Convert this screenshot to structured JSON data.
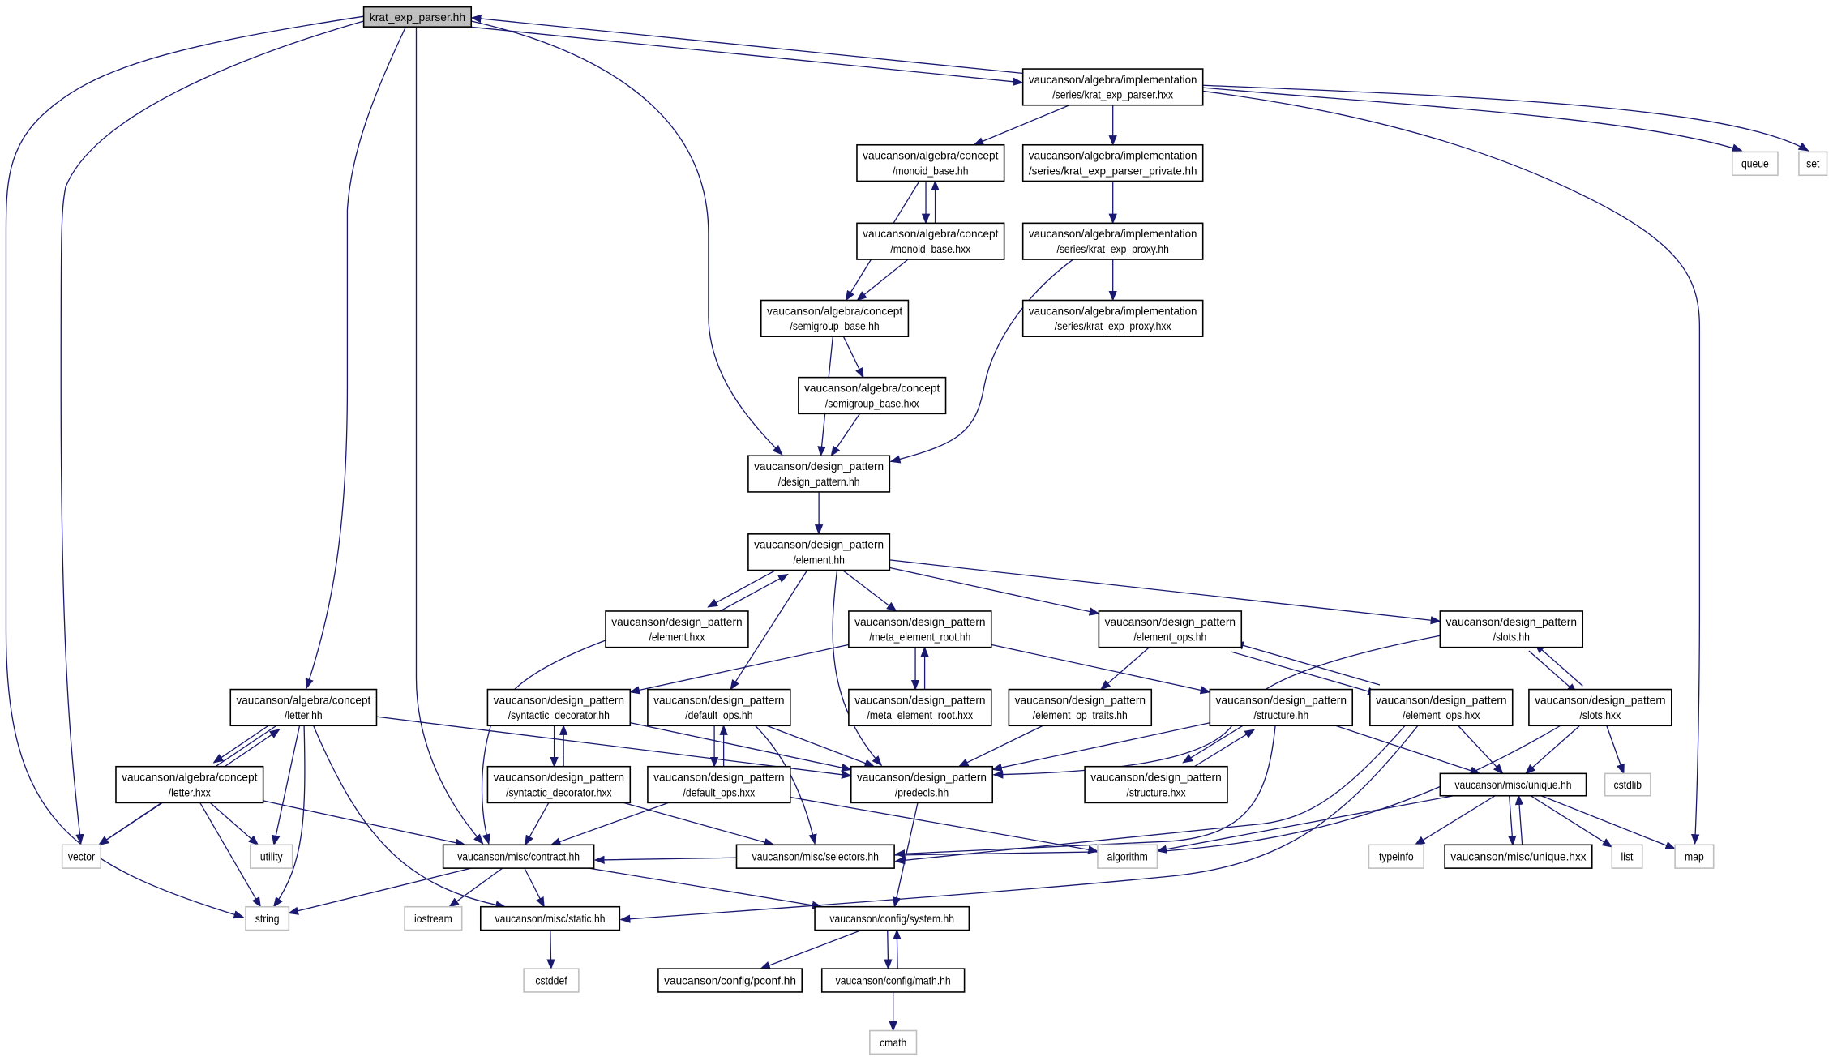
{
  "graph": {
    "edge_color": "#191970",
    "root_fill": "#bfbfbf",
    "nodes": [
      {
        "id": "root",
        "lines": [
          "krat_exp_parser.hh"
        ],
        "root": true
      },
      {
        "id": "kep_hxx",
        "lines": [
          "vaucanson/algebra/implementation",
          "/series/krat_exp_parser.hxx"
        ]
      },
      {
        "id": "monoid_hh",
        "lines": [
          "vaucanson/algebra/concept",
          "/monoid_base.hh"
        ]
      },
      {
        "id": "kep_priv",
        "lines": [
          "vaucanson/algebra/implementation",
          "/series/krat_exp_parser_private.hh"
        ]
      },
      {
        "id": "monoid_hxx",
        "lines": [
          "vaucanson/algebra/concept",
          "/monoid_base.hxx"
        ]
      },
      {
        "id": "proxy_hh",
        "lines": [
          "vaucanson/algebra/implementation",
          "/series/krat_exp_proxy.hh"
        ]
      },
      {
        "id": "proxy_hxx",
        "lines": [
          "vaucanson/algebra/implementation",
          "/series/krat_exp_proxy.hxx"
        ]
      },
      {
        "id": "semi_hh",
        "lines": [
          "vaucanson/algebra/concept",
          "/semigroup_base.hh"
        ]
      },
      {
        "id": "semi_hxx",
        "lines": [
          "vaucanson/algebra/concept",
          "/semigroup_base.hxx"
        ]
      },
      {
        "id": "dp_hh",
        "lines": [
          "vaucanson/design_pattern",
          "/design_pattern.hh"
        ]
      },
      {
        "id": "elem_hh",
        "lines": [
          "vaucanson/design_pattern",
          "/element.hh"
        ]
      },
      {
        "id": "elem_hxx",
        "lines": [
          "vaucanson/design_pattern",
          "/element.hxx"
        ]
      },
      {
        "id": "meta_hh",
        "lines": [
          "vaucanson/design_pattern",
          "/meta_element_root.hh"
        ]
      },
      {
        "id": "eops_hh",
        "lines": [
          "vaucanson/design_pattern",
          "/element_ops.hh"
        ]
      },
      {
        "id": "slots_hh",
        "lines": [
          "vaucanson/design_pattern",
          "/slots.hh"
        ]
      },
      {
        "id": "letter_hh",
        "lines": [
          "vaucanson/algebra/concept",
          "/letter.hh"
        ]
      },
      {
        "id": "syn_hh",
        "lines": [
          "vaucanson/design_pattern",
          "/syntactic_decorator.hh"
        ]
      },
      {
        "id": "dops_hh",
        "lines": [
          "vaucanson/design_pattern",
          "/default_ops.hh"
        ]
      },
      {
        "id": "meta_hxx",
        "lines": [
          "vaucanson/design_pattern",
          "/meta_element_root.hxx"
        ]
      },
      {
        "id": "eoptr_hh",
        "lines": [
          "vaucanson/design_pattern",
          "/element_op_traits.hh"
        ]
      },
      {
        "id": "struct_hh",
        "lines": [
          "vaucanson/design_pattern",
          "/structure.hh"
        ]
      },
      {
        "id": "eops_hxx",
        "lines": [
          "vaucanson/design_pattern",
          "/element_ops.hxx"
        ]
      },
      {
        "id": "slots_hxx",
        "lines": [
          "vaucanson/design_pattern",
          "/slots.hxx"
        ]
      },
      {
        "id": "letter_hxx",
        "lines": [
          "vaucanson/algebra/concept",
          "/letter.hxx"
        ]
      },
      {
        "id": "syn_hxx",
        "lines": [
          "vaucanson/design_pattern",
          "/syntactic_decorator.hxx"
        ]
      },
      {
        "id": "dops_hxx",
        "lines": [
          "vaucanson/design_pattern",
          "/default_ops.hxx"
        ]
      },
      {
        "id": "predecls",
        "lines": [
          "vaucanson/design_pattern",
          "/predecls.hh"
        ]
      },
      {
        "id": "struct_hxx",
        "lines": [
          "vaucanson/design_pattern",
          "/structure.hxx"
        ]
      },
      {
        "id": "unique_hh",
        "lines": [
          "vaucanson/misc/unique.hh"
        ]
      },
      {
        "id": "cstdlib",
        "lines": [
          "cstdlib"
        ],
        "system": true
      },
      {
        "id": "vector",
        "lines": [
          "vector"
        ],
        "system": true
      },
      {
        "id": "utility",
        "lines": [
          "utility"
        ],
        "system": true
      },
      {
        "id": "contract",
        "lines": [
          "vaucanson/misc/contract.hh"
        ]
      },
      {
        "id": "selectors",
        "lines": [
          "vaucanson/misc/selectors.hh"
        ]
      },
      {
        "id": "algorithm",
        "lines": [
          "algorithm"
        ],
        "system": true
      },
      {
        "id": "typeinfo",
        "lines": [
          "typeinfo"
        ],
        "system": true
      },
      {
        "id": "unique_hxx",
        "lines": [
          "vaucanson/misc/unique.hxx"
        ]
      },
      {
        "id": "list",
        "lines": [
          "list"
        ],
        "system": true
      },
      {
        "id": "map",
        "lines": [
          "map"
        ],
        "system": true
      },
      {
        "id": "string",
        "lines": [
          "string"
        ],
        "system": true
      },
      {
        "id": "iostream",
        "lines": [
          "iostream"
        ],
        "system": true
      },
      {
        "id": "static",
        "lines": [
          "vaucanson/misc/static.hh"
        ]
      },
      {
        "id": "system",
        "lines": [
          "vaucanson/config/system.hh"
        ]
      },
      {
        "id": "cstddef",
        "lines": [
          "cstddef"
        ],
        "system": true
      },
      {
        "id": "pconf",
        "lines": [
          "vaucanson/config/pconf.hh"
        ]
      },
      {
        "id": "math",
        "lines": [
          "vaucanson/config/math.hh"
        ]
      },
      {
        "id": "cmath",
        "lines": [
          "cmath"
        ],
        "system": true
      },
      {
        "id": "queue",
        "lines": [
          "queue"
        ],
        "system": true
      },
      {
        "id": "set",
        "lines": [
          "set"
        ],
        "system": true
      }
    ],
    "edges": [
      [
        "root",
        "string"
      ],
      [
        "root",
        "vector"
      ],
      [
        "root",
        "letter_hh"
      ],
      [
        "root",
        "contract"
      ],
      [
        "root",
        "dp_hh"
      ],
      [
        "root",
        "kep_hxx"
      ],
      [
        "kep_hxx",
        "root"
      ],
      [
        "kep_hxx",
        "monoid_hh"
      ],
      [
        "kep_hxx",
        "kep_priv"
      ],
      [
        "kep_hxx",
        "map"
      ],
      [
        "kep_hxx",
        "queue"
      ],
      [
        "kep_hxx",
        "set"
      ],
      [
        "monoid_hh",
        "monoid_hxx"
      ],
      [
        "monoid_hxx",
        "monoid_hh"
      ],
      [
        "monoid_hh",
        "semi_hh"
      ],
      [
        "monoid_hxx",
        "semi_hh"
      ],
      [
        "kep_priv",
        "proxy_hh"
      ],
      [
        "proxy_hh",
        "proxy_hxx"
      ],
      [
        "proxy_hh",
        "dp_hh"
      ],
      [
        "semi_hh",
        "semi_hxx"
      ],
      [
        "semi_hh",
        "dp_hh"
      ],
      [
        "semi_hxx",
        "dp_hh"
      ],
      [
        "dp_hh",
        "elem_hh"
      ],
      [
        "elem_hh",
        "elem_hxx"
      ],
      [
        "elem_hxx",
        "elem_hh"
      ],
      [
        "elem_hh",
        "meta_hh"
      ],
      [
        "elem_hh",
        "eops_hh"
      ],
      [
        "elem_hh",
        "slots_hh"
      ],
      [
        "elem_hh",
        "dops_hh"
      ],
      [
        "elem_hh",
        "predecls"
      ],
      [
        "elem_hxx",
        "contract"
      ],
      [
        "meta_hh",
        "meta_hxx"
      ],
      [
        "meta_hxx",
        "meta_hh"
      ],
      [
        "meta_hh",
        "syn_hh"
      ],
      [
        "meta_hh",
        "struct_hh"
      ],
      [
        "eops_hh",
        "eoptr_hh"
      ],
      [
        "eops_hh",
        "eops_hxx"
      ],
      [
        "eops_hxx",
        "eops_hh"
      ],
      [
        "slots_hh",
        "slots_hxx"
      ],
      [
        "slots_hxx",
        "slots_hh"
      ],
      [
        "slots_hh",
        "predecls"
      ],
      [
        "letter_hh",
        "letter_hxx"
      ],
      [
        "letter_hxx",
        "letter_hh"
      ],
      [
        "letter_hh",
        "vector"
      ],
      [
        "letter_hh",
        "utility"
      ],
      [
        "letter_hh",
        "string"
      ],
      [
        "letter_hh",
        "static"
      ],
      [
        "letter_hh",
        "predecls"
      ],
      [
        "letter_hxx",
        "vector"
      ],
      [
        "letter_hxx",
        "utility"
      ],
      [
        "letter_hxx",
        "string"
      ],
      [
        "letter_hxx",
        "contract"
      ],
      [
        "syn_hh",
        "syn_hxx"
      ],
      [
        "syn_hxx",
        "syn_hh"
      ],
      [
        "syn_hh",
        "predecls"
      ],
      [
        "syn_hxx",
        "contract"
      ],
      [
        "syn_hxx",
        "selectors"
      ],
      [
        "dops_hh",
        "dops_hxx"
      ],
      [
        "dops_hxx",
        "dops_hh"
      ],
      [
        "dops_hh",
        "predecls"
      ],
      [
        "dops_hh",
        "selectors"
      ],
      [
        "dops_hxx",
        "contract"
      ],
      [
        "dops_hxx",
        "algorithm"
      ],
      [
        "eoptr_hh",
        "predecls"
      ],
      [
        "struct_hh",
        "struct_hxx"
      ],
      [
        "struct_hxx",
        "struct_hh"
      ],
      [
        "struct_hh",
        "predecls"
      ],
      [
        "struct_hh",
        "unique_hh"
      ],
      [
        "struct_hh",
        "selectors"
      ],
      [
        "eops_hxx",
        "unique_hh"
      ],
      [
        "eops_hxx",
        "selectors"
      ],
      [
        "eops_hxx",
        "static"
      ],
      [
        "slots_hxx",
        "unique_hh"
      ],
      [
        "slots_hxx",
        "cstdlib"
      ],
      [
        "slots_hxx",
        "contract"
      ],
      [
        "predecls",
        "system"
      ],
      [
        "unique_hh",
        "algorithm"
      ],
      [
        "unique_hh",
        "typeinfo"
      ],
      [
        "unique_hh",
        "unique_hxx"
      ],
      [
        "unique_hxx",
        "unique_hh"
      ],
      [
        "unique_hh",
        "list"
      ],
      [
        "unique_hh",
        "map"
      ],
      [
        "contract",
        "string"
      ],
      [
        "contract",
        "iostream"
      ],
      [
        "contract",
        "static"
      ],
      [
        "contract",
        "system"
      ],
      [
        "static",
        "cstddef"
      ],
      [
        "system",
        "pconf"
      ],
      [
        "system",
        "math"
      ],
      [
        "math",
        "system"
      ],
      [
        "math",
        "cmath"
      ]
    ]
  }
}
